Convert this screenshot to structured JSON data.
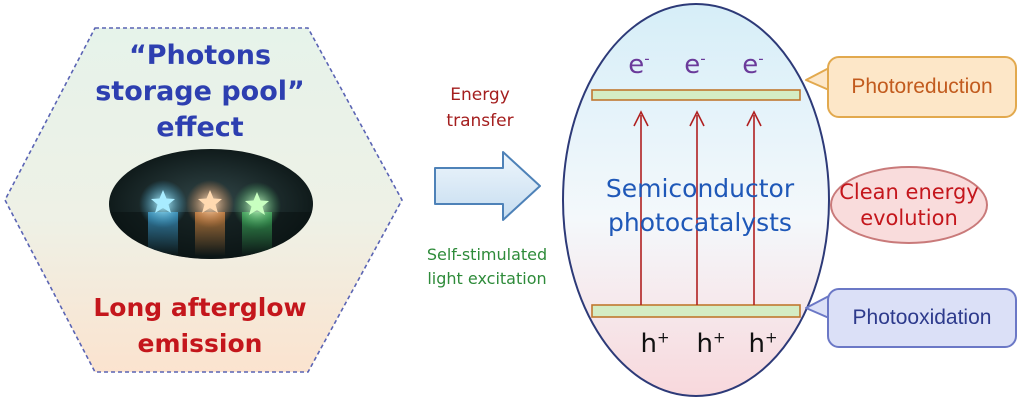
{
  "left_panel": {
    "title_line1": "“Photons",
    "title_line2": "storage pool”",
    "title_line3": "effect",
    "bottom_line1": "Long afterglow",
    "bottom_line2": "emission"
  },
  "arrow": {
    "energy_line1": "Energy",
    "energy_line2": "transfer",
    "excite_line1": "Self-stimulated",
    "excite_line2": "light excitation"
  },
  "semiconductor": {
    "label_line1": "Semiconductor",
    "label_line2": "photocatalysts",
    "electron": "e",
    "electron_charge": "-",
    "hole": "h",
    "hole_charge": "+"
  },
  "boxes": {
    "reduction": "Photoreduction",
    "clean_line1": "Clean energy",
    "clean_line2": "evolution",
    "oxidation": "Photooxidation"
  },
  "colors": {
    "title_blue": "#2d3fb0",
    "emission_red": "#c4161c",
    "energy_red": "#a41e1e",
    "excite_green": "#2e8b3a",
    "semi_blue": "#1f58b8"
  }
}
